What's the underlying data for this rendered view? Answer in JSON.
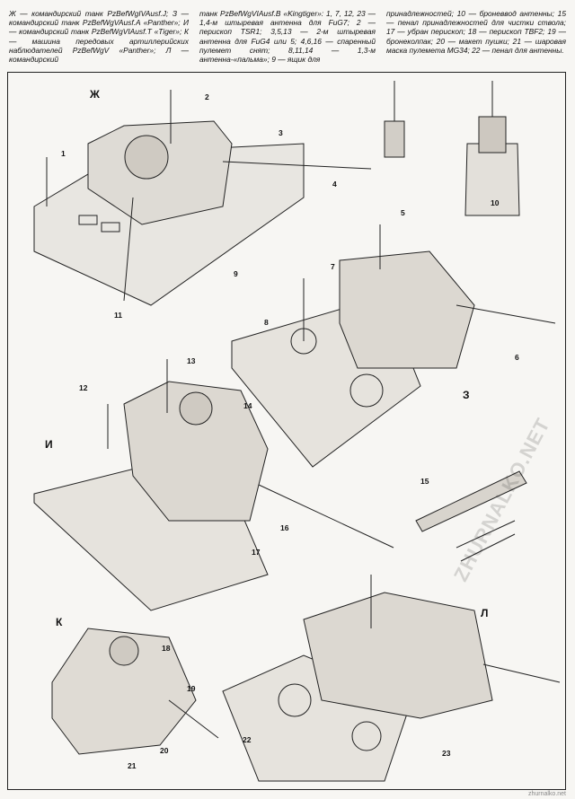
{
  "captions": {
    "col1": "Ж — командирский танк PzBefWgIVAusf.J; З — командирский танк PzBefWgVAusf.A «Panther»; И — командирский танк PzBefWgVIAusf.T «Tiger»; К — машина передовых артиллерийских наблюдателей PzBefWgV «Panther»; Л — командирский",
    "col2": "танк PzBefWgVIAusf.B «Kingtiger»: 1, 7, 12, 23 — 1,4-м штыревая антенна для FuG7; 2 — перископ TSR1; 3,5,13 — 2-м штыревая антенна для FuG4 или 5; 4,6,16 — спаренный пулемет снят; 8,11,14 — 1,3-м антенна-«пальма»; 9 — ящик для",
    "col3": "принадлежностей; 10 — броневвод антенны; 15 — пенал принадлежностей для чистки ствола; 17 — убран перископ; 18 — перископ TBF2; 19 — бронеколпак; 20 — макет пушки; 21 — шаровая маска пулемета MG34; 22 — пенал для антенны."
  },
  "views": {
    "zh": "Ж",
    "z": "З",
    "i": "И",
    "k": "К",
    "l": "Л"
  },
  "callouts": [
    "1",
    "2",
    "3",
    "4",
    "5",
    "6",
    "7",
    "8",
    "9",
    "10",
    "11",
    "12",
    "13",
    "14",
    "15",
    "16",
    "17",
    "18",
    "19",
    "20",
    "21",
    "22",
    "23"
  ],
  "watermark": "ZHURNALKO.NET",
  "footer": "zhurnalko.net"
}
